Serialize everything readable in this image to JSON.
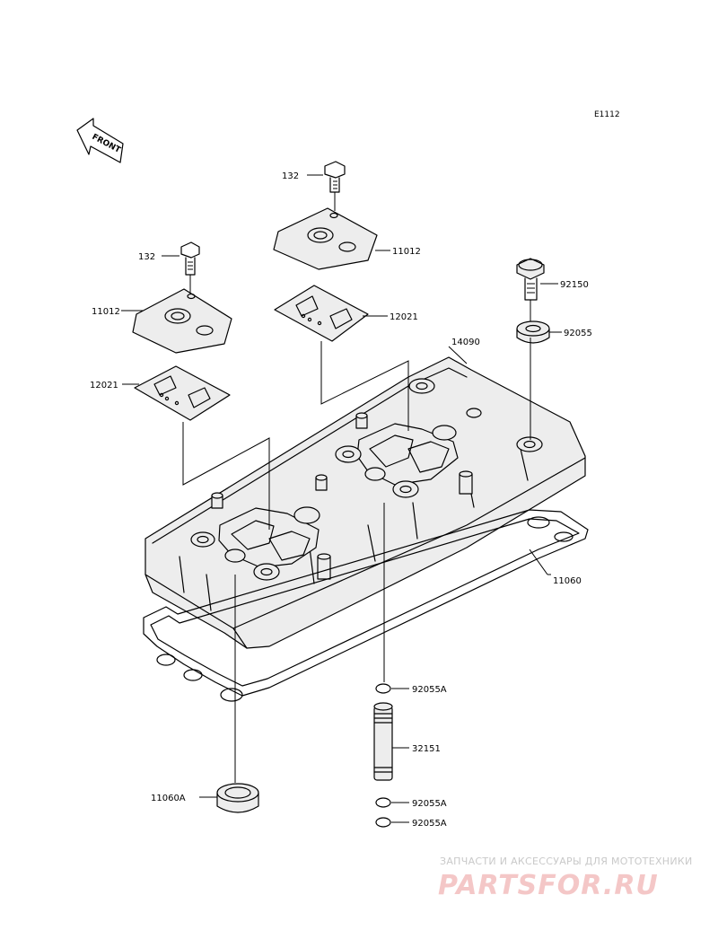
{
  "diagram_code": "E1112",
  "front_label": "FRONT",
  "parts": {
    "bolt_right": "132",
    "cap_right": "11012",
    "gasket_right": "12021",
    "bolt_left": "132",
    "cap_left": "11012",
    "gasket_left": "12021",
    "cover": "14090",
    "cover_gasket": "11060",
    "plug_seal": "11060A",
    "bolt_cover": "92150",
    "washer": "92055",
    "oring_top": "92055A",
    "tube": "32151",
    "oring_mid": "92055A",
    "oring_bottom": "92055A"
  },
  "watermark": {
    "tagline": "ЗАПЧАСТИ И АКСЕССУАРЫ ДЛЯ МОТОТЕХНИКИ",
    "brand": "PARTSFOR.RU"
  }
}
